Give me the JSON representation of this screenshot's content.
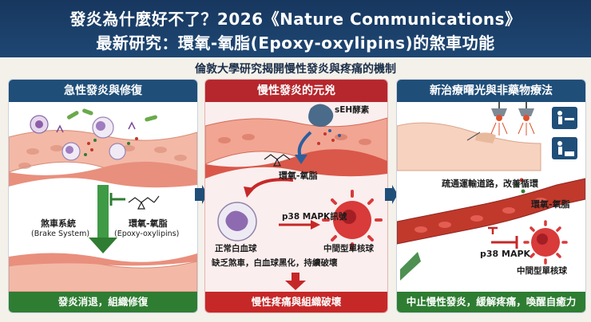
{
  "header": {
    "title_line1": "發炎為什麼好不了？2026《Nature Communications》",
    "title_line2": "最新研究：環氧-氧脂(Epoxy-oxylipins)的煞車功能"
  },
  "subtitle": "倫敦大學研究揭開慢性發炎與疼痛的機制",
  "panels": {
    "acute": {
      "title": "急性發炎與修復",
      "brake_label": "煞車系統",
      "brake_label_en": "(Brake System)",
      "epoxy_label": "環氧-氧脂",
      "epoxy_label_en": "(Epoxy-oxylipins)",
      "footer": "發炎消退，組織修復"
    },
    "chronic": {
      "title": "慢性發炎的元兇",
      "enzyme_label": "sEH酵素",
      "epoxy_label": "環氧-氧脂",
      "normal_wbc": "正常白血球",
      "p38_label": "p38 MAPK訊號",
      "monocyte_label": "中間型單核球",
      "note": "缺乏煞車，白血球黑化，持續破壞",
      "footer": "慢性疼痛與組織破壞"
    },
    "therapy": {
      "title": "新治療曙光與非藥物療法",
      "circulation_label": "疏通運輸道路，改善循環",
      "epoxy_label": "環氧-氧脂",
      "p38_label": "p38 MAPK",
      "monocyte_label": "中間型單核球",
      "footer": "中止慢性發炎，緩解疼痛，喚醒自癒力"
    }
  },
  "colors": {
    "navy": "#1f4e79",
    "red": "#c62828",
    "green": "#2e7d32",
    "tissue_pink": "#f2b8a8"
  },
  "icons": [
    "heat-lamp-icon",
    "physio-icon",
    "exercise-icon",
    "arrow-right-icon"
  ]
}
